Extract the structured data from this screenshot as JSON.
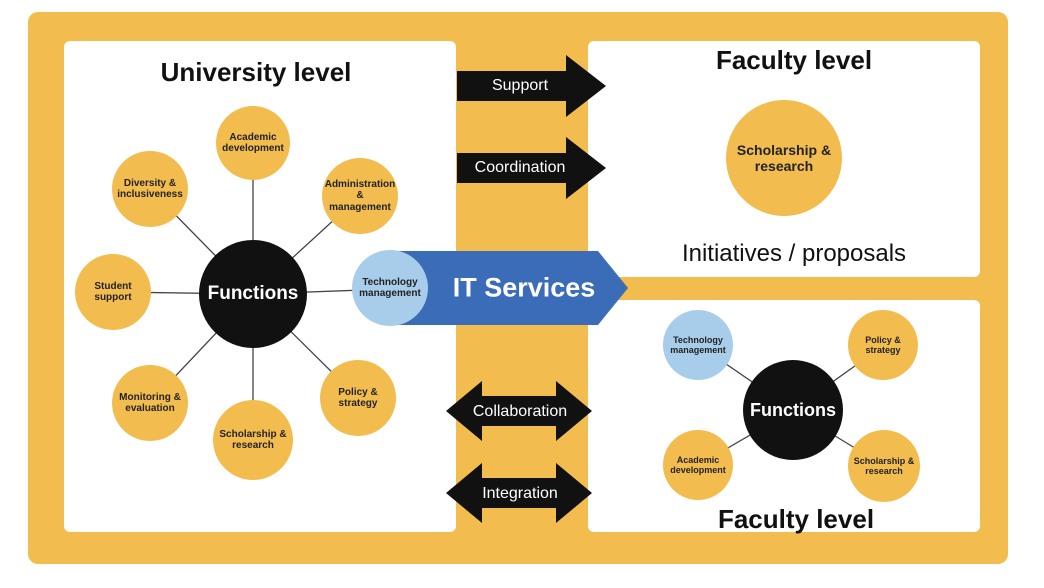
{
  "university": {
    "title": "University level",
    "hub": "Functions",
    "spokes": [
      "Academic development",
      "Administration & management",
      "Policy & strategy",
      "Scholarship & research",
      "Monitoring & evaluation",
      "Student support",
      "Diversity & inclusiveness"
    ]
  },
  "it_services": {
    "label": "IT Services",
    "tech": "Technology management"
  },
  "arrows": {
    "support": "Support",
    "coordination": "Coordination",
    "collaboration": "Collaboration",
    "integration": "Integration"
  },
  "faculty_top": {
    "title": "Faculty level",
    "circle": "Scholarship & research",
    "initiatives": "Initiatives / proposals"
  },
  "faculty_bottom": {
    "title": "Faculty level",
    "hub": "Functions",
    "spokes": [
      "Technology management",
      "Policy & strategy",
      "Scholarship & research",
      "Academic development"
    ]
  },
  "colors": {
    "yellow": "#F2BD4E",
    "blue": "#3B6CB7",
    "light_blue": "#A7CDEB",
    "black": "#111111"
  }
}
